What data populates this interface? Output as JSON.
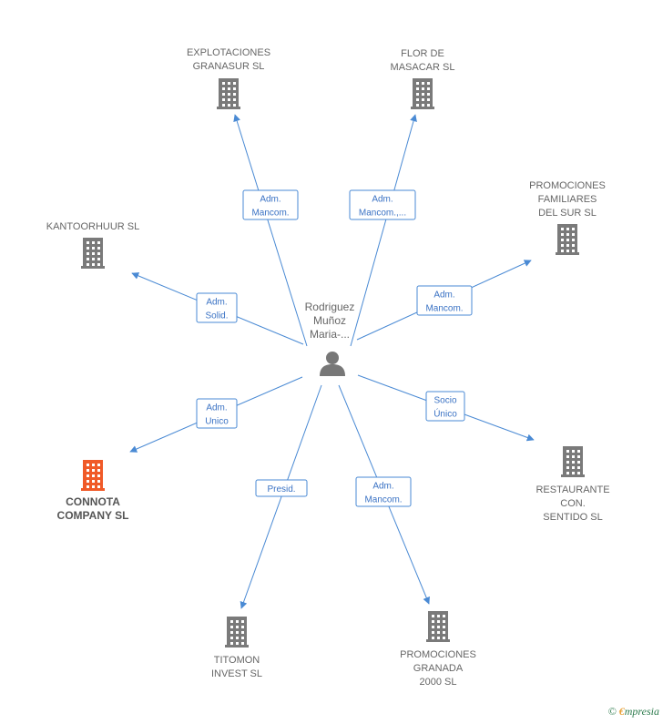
{
  "center": {
    "lines": [
      "Rodriguez",
      "Muñoz",
      "Maria-..."
    ],
    "icon": "person-icon"
  },
  "colors": {
    "company": "#7a7a7a",
    "company_highlight": "#f05a28",
    "edge": "#4a8ad4",
    "label": "#666666"
  },
  "nodes": [
    {
      "id": "explotaciones",
      "lines": [
        "EXPLOTACIONES",
        "GRANASUR SL"
      ],
      "highlight": false,
      "role": [
        "Adm.",
        "Mancom."
      ]
    },
    {
      "id": "flor",
      "lines": [
        "FLOR DE",
        "MASACAR SL"
      ],
      "highlight": false,
      "role": [
        "Adm.",
        "Mancom.,..."
      ]
    },
    {
      "id": "promociones-familiares",
      "lines": [
        "PROMOCIONES",
        "FAMILIARES",
        "DEL SUR SL"
      ],
      "highlight": false,
      "role": [
        "Adm.",
        "Mancom."
      ]
    },
    {
      "id": "kantoorhuur",
      "lines": [
        "KANTOORHUUR SL"
      ],
      "highlight": false,
      "role": [
        "Adm.",
        "Solid."
      ]
    },
    {
      "id": "restaurante",
      "lines": [
        "RESTAURANTE",
        "CON.",
        "SENTIDO  SL"
      ],
      "highlight": false,
      "role": [
        "Socio",
        "Único"
      ]
    },
    {
      "id": "connota",
      "lines": [
        "CONNOTA",
        "COMPANY  SL"
      ],
      "highlight": true,
      "role": [
        "Adm.",
        "Unico"
      ]
    },
    {
      "id": "titomon",
      "lines": [
        "TITOMON",
        "INVEST SL"
      ],
      "highlight": false,
      "role": [
        "Presid."
      ]
    },
    {
      "id": "promociones-granada",
      "lines": [
        "PROMOCIONES",
        "GRANADA",
        "2000 SL"
      ],
      "highlight": false,
      "role": [
        "Adm.",
        "Mancom."
      ]
    }
  ],
  "brand": {
    "copyright": "©",
    "e": "€",
    "name": "mpresia"
  }
}
